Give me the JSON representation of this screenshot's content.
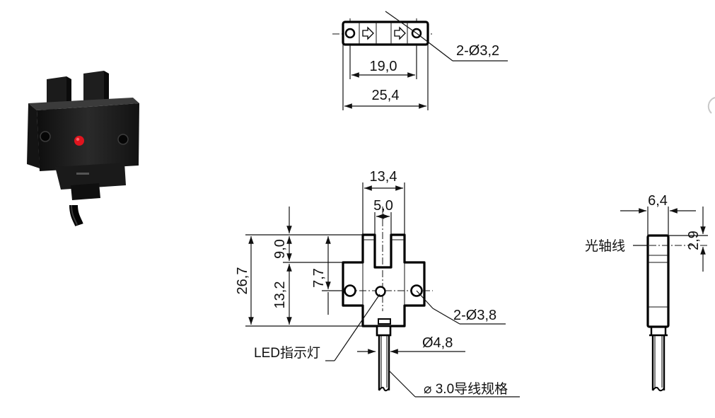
{
  "dimensions": {
    "top_hole_spacing": "19,0",
    "top_overall_width": "25,4",
    "top_holes": "2-Ø3,2",
    "front_width": "13,4",
    "front_slot": "5,0",
    "front_height": "26,7",
    "front_slot_depth": "9,0",
    "front_body_height": "13,2",
    "front_optical_axis": "7,7",
    "front_holes": "2-Ø3,8",
    "front_neck_diameter": "Ø4,8",
    "side_width": "6,4",
    "side_axis_offset": "2,9"
  },
  "labels": {
    "led_indicator": "LED指示灯",
    "cable_spec": "⌀ 3.0导线规格",
    "optical_axis": "光轴线"
  },
  "colors": {
    "led": "#e0141e",
    "body": "#1c1c1c"
  }
}
